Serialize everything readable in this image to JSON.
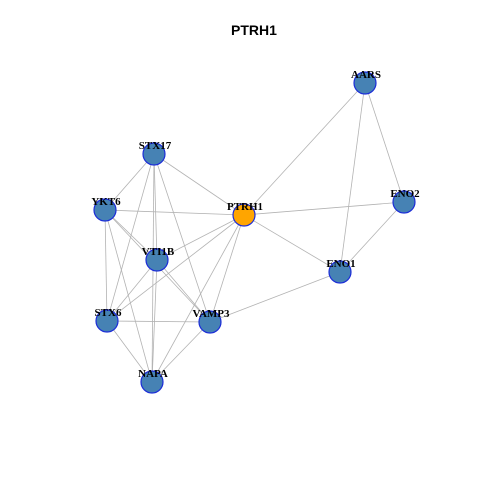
{
  "title": "PTRH1",
  "colors": {
    "center_fill": "#FFA500",
    "node_fill": "#4682B4",
    "node_stroke": "#1C2DD8",
    "center_stroke": "#1C2DD8",
    "edge": "#B3B3B3"
  },
  "nodes": [
    {
      "id": "PTRH1",
      "label": "PTRH1",
      "center": true
    },
    {
      "id": "AARS",
      "label": "AARS"
    },
    {
      "id": "STX17",
      "label": "STX17"
    },
    {
      "id": "YKT6",
      "label": "YKT6"
    },
    {
      "id": "ENO2",
      "label": "ENO2"
    },
    {
      "id": "VTI1B",
      "label": "VTI1B"
    },
    {
      "id": "ENO1",
      "label": "ENO1"
    },
    {
      "id": "STX6",
      "label": "STX6"
    },
    {
      "id": "VAMP3",
      "label": "VAMP3"
    },
    {
      "id": "NAPA",
      "label": "NAPA"
    }
  ],
  "edges": [
    [
      "PTRH1",
      "AARS"
    ],
    [
      "PTRH1",
      "STX17"
    ],
    [
      "PTRH1",
      "YKT6"
    ],
    [
      "PTRH1",
      "ENO2"
    ],
    [
      "PTRH1",
      "VTI1B"
    ],
    [
      "PTRH1",
      "ENO1"
    ],
    [
      "PTRH1",
      "STX6"
    ],
    [
      "PTRH1",
      "VAMP3"
    ],
    [
      "PTRH1",
      "NAPA"
    ],
    [
      "AARS",
      "ENO2"
    ],
    [
      "AARS",
      "ENO1"
    ],
    [
      "ENO2",
      "ENO1"
    ],
    [
      "ENO1",
      "VAMP3"
    ],
    [
      "STX17",
      "YKT6"
    ],
    [
      "STX17",
      "VTI1B"
    ],
    [
      "STX17",
      "STX6"
    ],
    [
      "STX17",
      "VAMP3"
    ],
    [
      "STX17",
      "NAPA"
    ],
    [
      "YKT6",
      "VTI1B"
    ],
    [
      "YKT6",
      "STX6"
    ],
    [
      "YKT6",
      "VAMP3"
    ],
    [
      "YKT6",
      "NAPA"
    ],
    [
      "VTI1B",
      "STX6"
    ],
    [
      "VTI1B",
      "VAMP3"
    ],
    [
      "VTI1B",
      "NAPA"
    ],
    [
      "STX6",
      "VAMP3"
    ],
    [
      "STX6",
      "NAPA"
    ],
    [
      "VAMP3",
      "NAPA"
    ]
  ]
}
